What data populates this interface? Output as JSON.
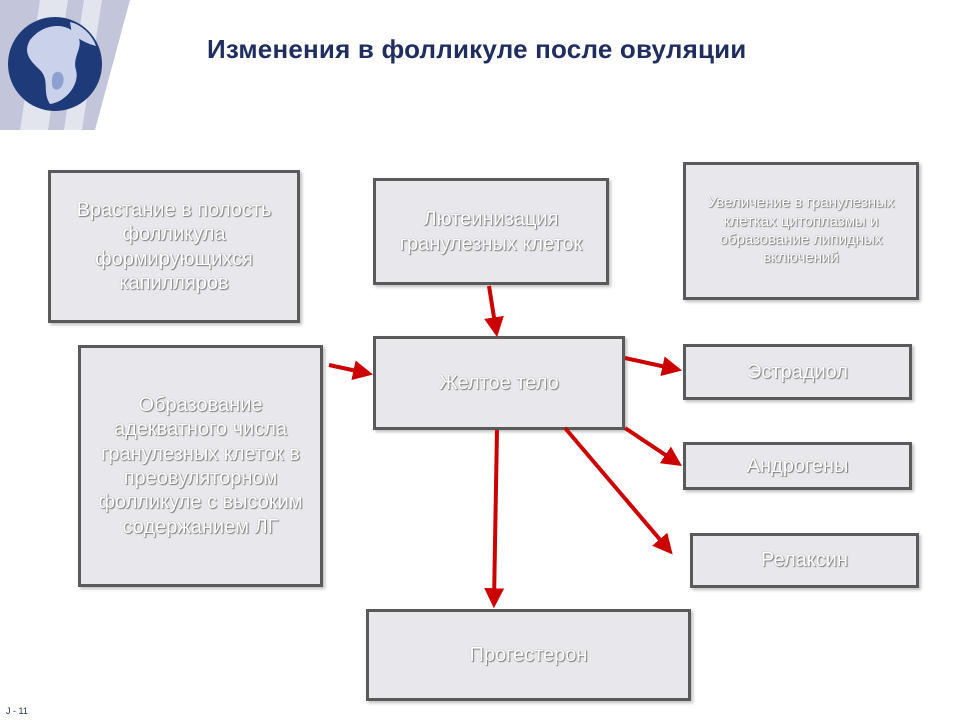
{
  "header": {
    "title": "Изменения в фолликуле после овуляции"
  },
  "diagram": {
    "capillaries": "Врастание в полость фолликула формирующихся капилляров",
    "luteinization": "Лютеинизация гранулезных клеток",
    "cytoplasm": "Увеличение в гранулезных клетках цитоплазмы и образование липидных включений",
    "granulosa": "Образование адекватного числа гранулезных клеток в преовуляторном фолликуле с высоким содержанием ЛГ",
    "corpus_luteum": "Желтое тело",
    "estradiol": "Эстрадиол",
    "androgens": "Андрогены",
    "relaxin": "Релаксин",
    "progesterone": "Прогестерон"
  },
  "footer": {
    "slide_number": "J - 11"
  },
  "colors": {
    "title": "#1f2e5e",
    "arrow": "#cc0000",
    "box_fill": "#e8e8ec",
    "box_border": "#5a5a5a"
  }
}
